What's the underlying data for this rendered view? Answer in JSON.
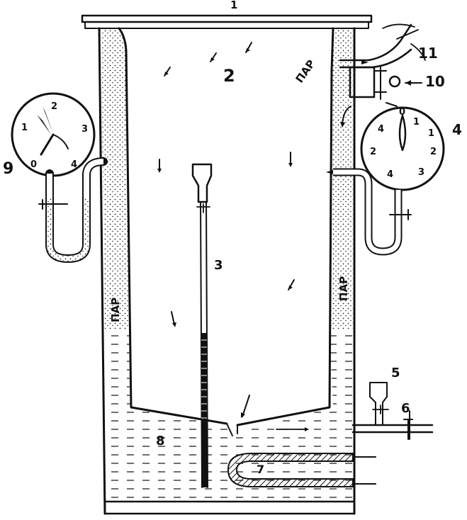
{
  "labels": {
    "lid": "1",
    "chamber": "2",
    "thermometer": "3",
    "gauge_right": "4",
    "funnel": "5",
    "valve": "6",
    "heater": "7",
    "water": "8",
    "gauge_left": "9",
    "fitting": "10",
    "outlet": "11"
  },
  "steam": {
    "top": "ПАР",
    "left": "ПАР",
    "right": "ПАР"
  },
  "gauge_left": {
    "marks": [
      "0",
      "1",
      "2",
      "3",
      "4"
    ]
  },
  "gauge_right": {
    "marks": [
      "0",
      "1",
      "2",
      "2",
      "3",
      "4",
      "4",
      "1"
    ]
  },
  "colors": {
    "ink": "#111111",
    "paper": "#ffffff"
  }
}
